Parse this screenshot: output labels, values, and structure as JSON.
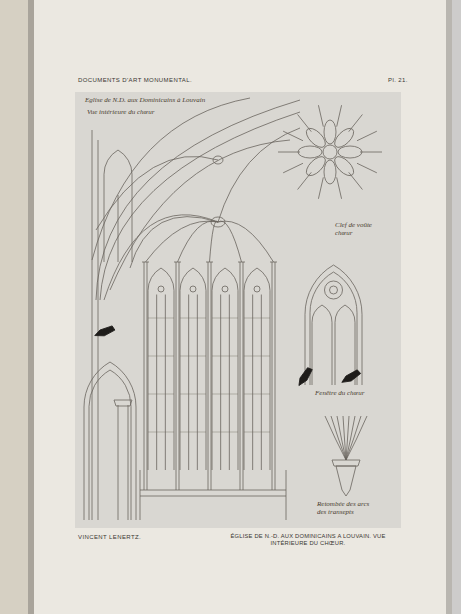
{
  "diagram": {
    "title": "DOCUMENTS D'ART MONUMENTAL.",
    "caption": "ÉGLISE DE N.-D. AUX DOMINICAINS A LOUVAIN. VUE INTÉRIEURE DU CHŒUR.",
    "labels": [
      "Eglise de N.D. aux Dominicains à Louvain",
      "Vue intérieure du chœur",
      "Clef de voûte chœur",
      "Fenêtre du chœur",
      "Retombée des arcs des transepts",
      "VINCENT LENERTZ.",
      "Pl. 21."
    ]
  }
}
